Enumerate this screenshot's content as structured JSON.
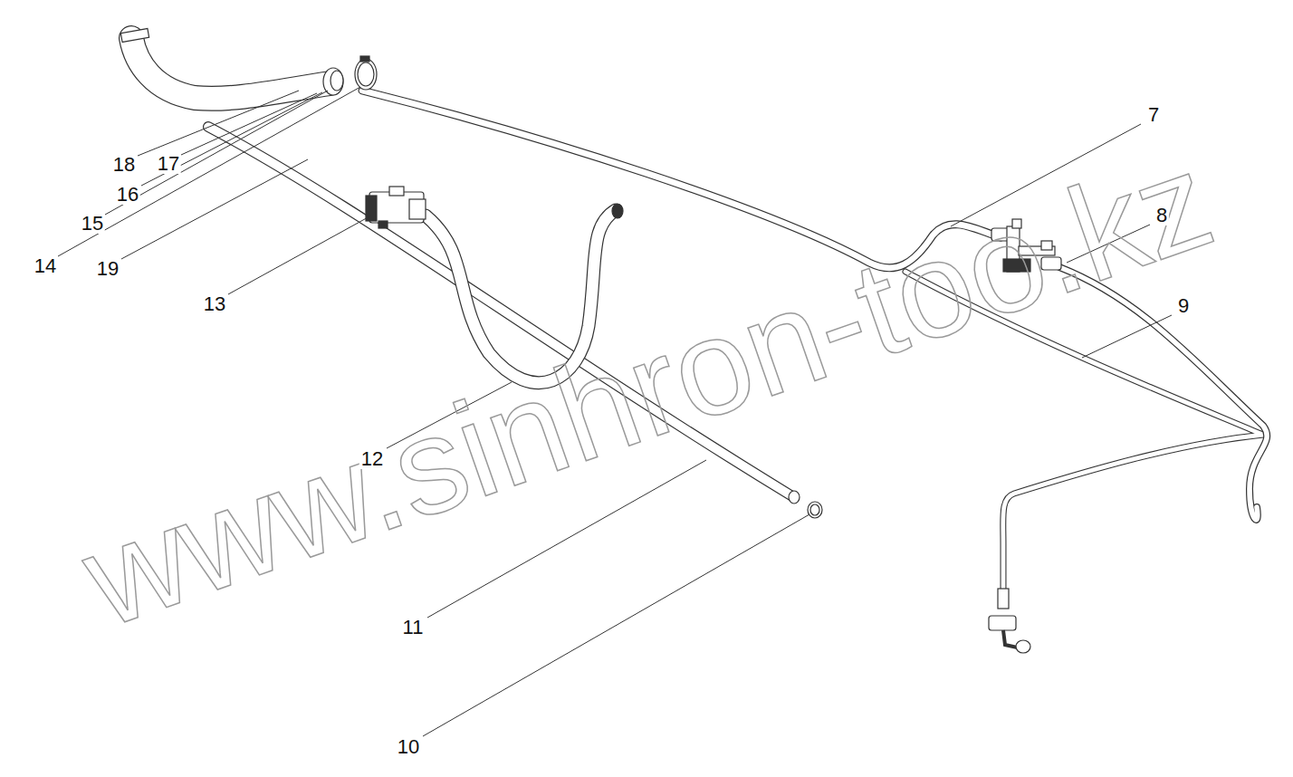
{
  "diagram": {
    "labels": [
      "18",
      "17",
      "16",
      "15",
      "14",
      "19",
      "13",
      "12",
      "11",
      "10",
      "7",
      "8",
      "9",
      "www.sinhron-too.kz"
    ]
  }
}
